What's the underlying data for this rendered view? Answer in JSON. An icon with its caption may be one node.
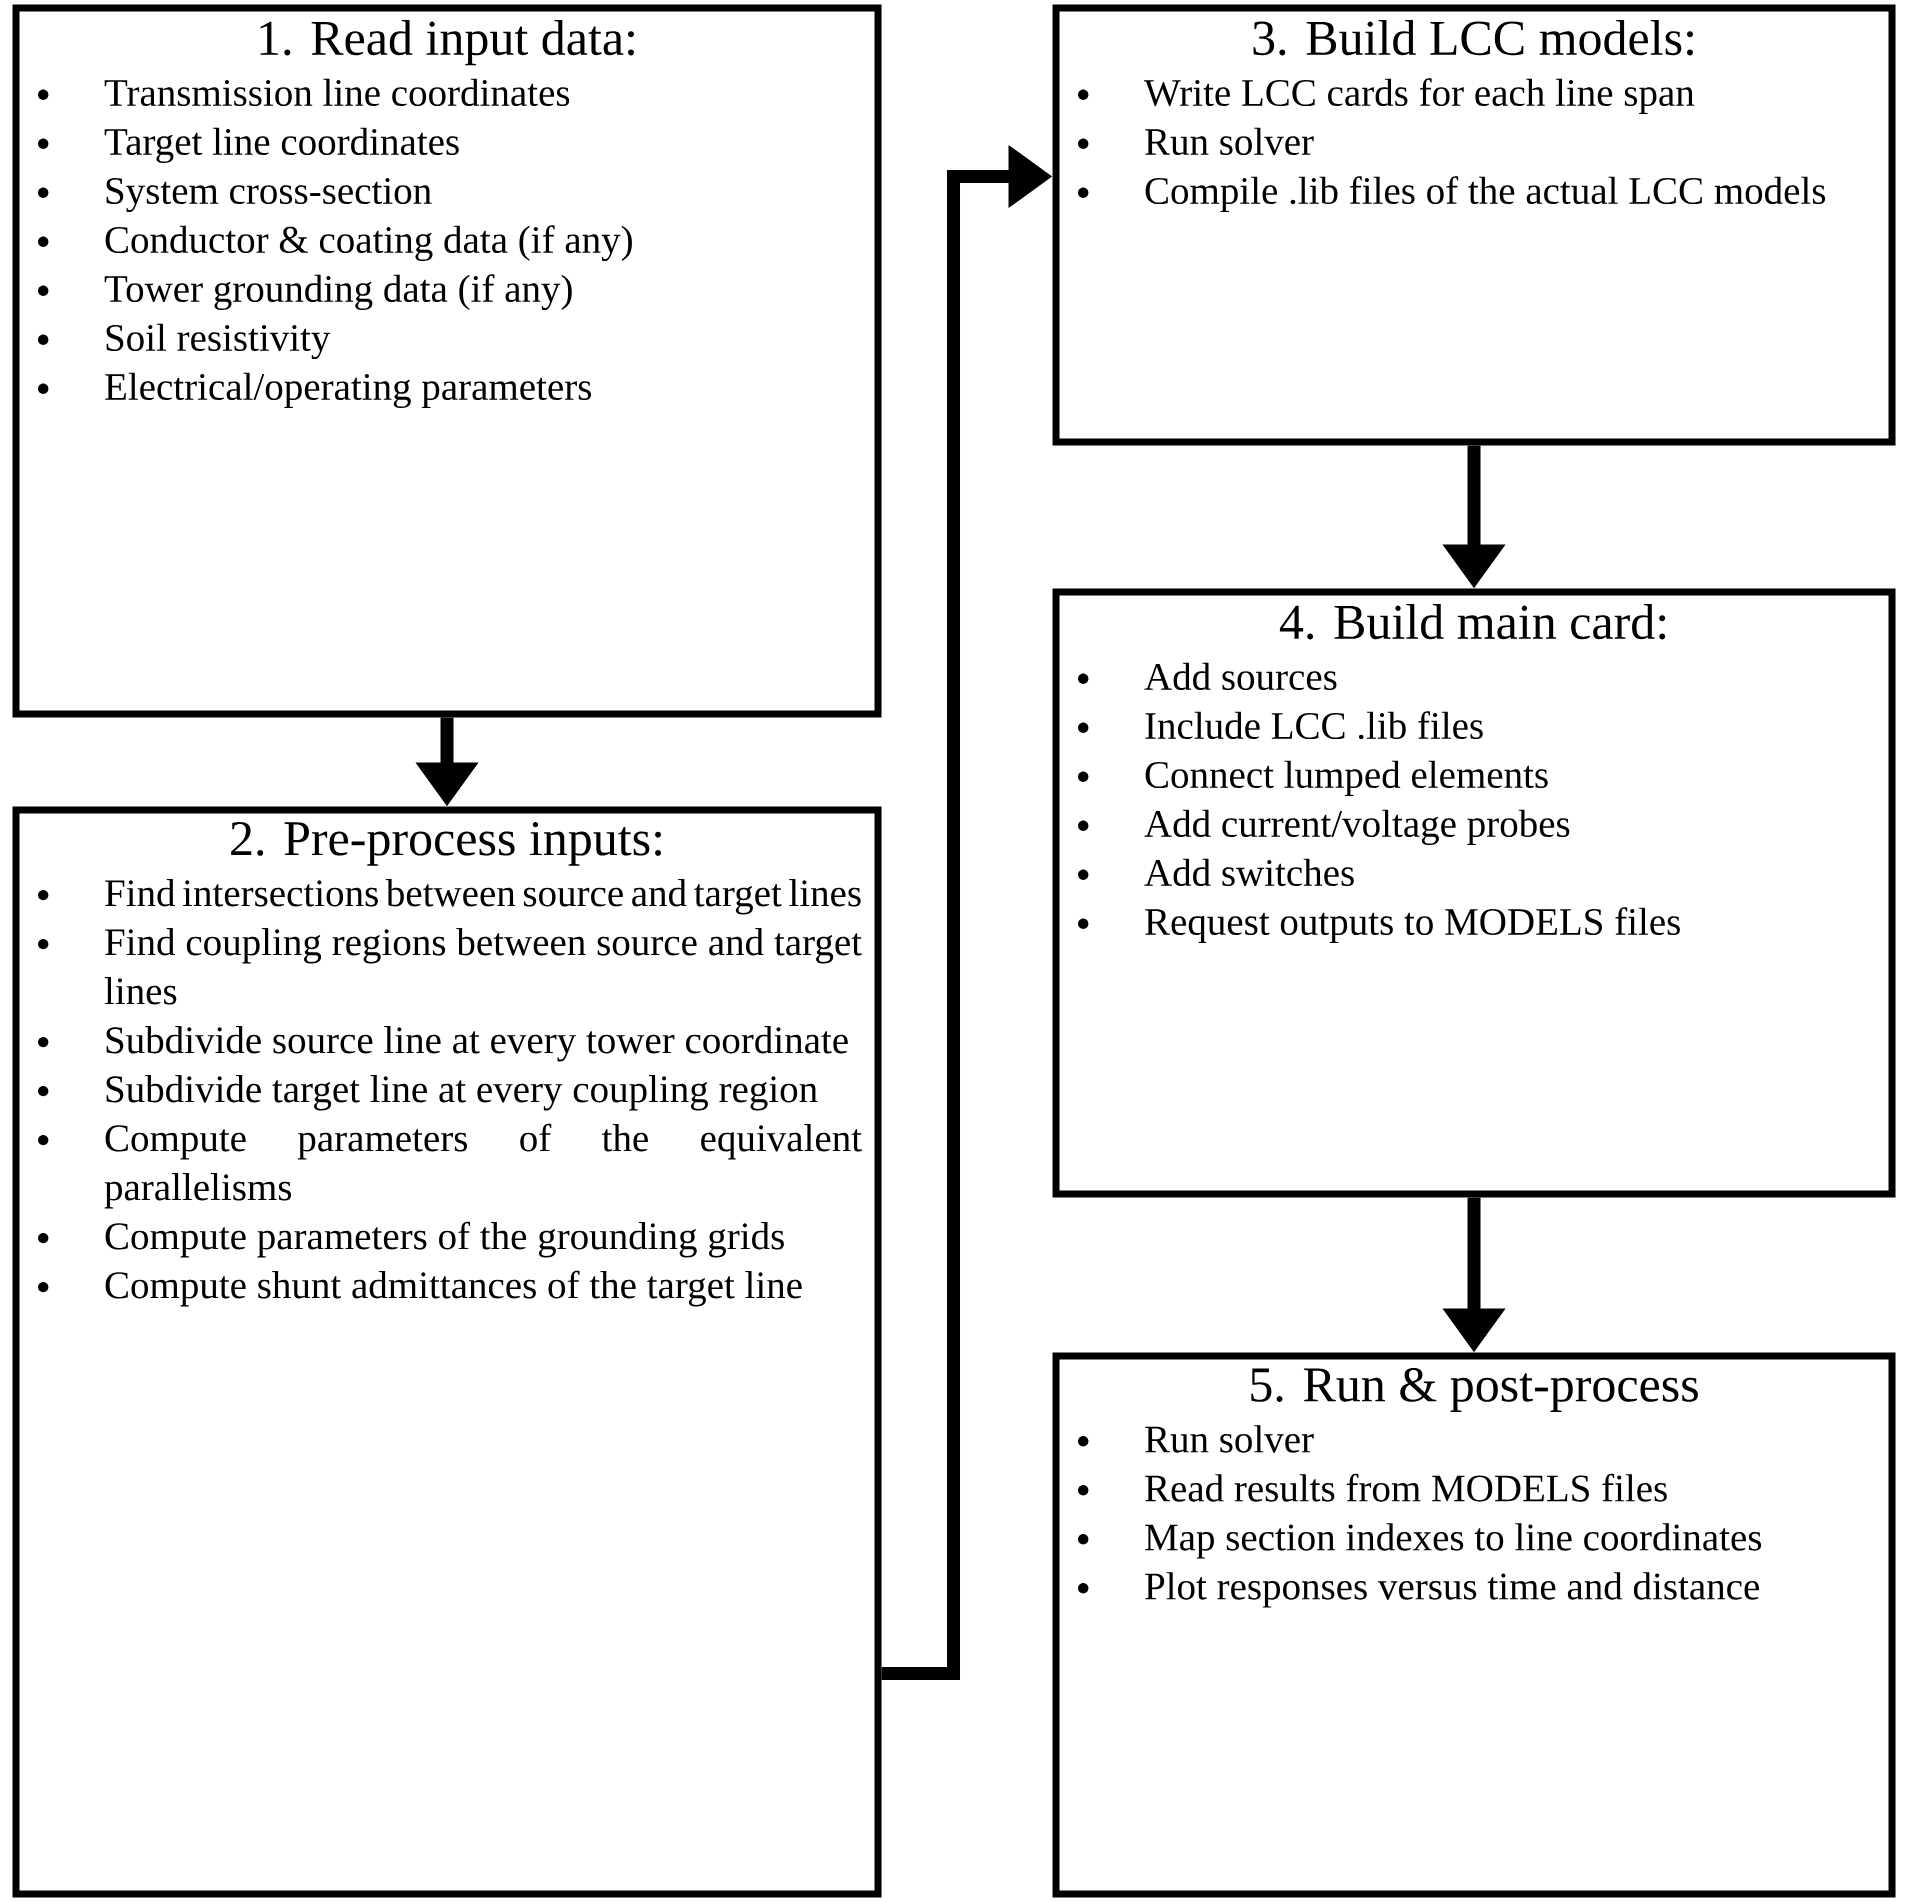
{
  "diagram": {
    "nodes": [
      {
        "text": [
          "1. Read input data:",
          "Transmission line coordinates",
          "Target line coordinates",
          "System cross-section",
          "Conductor & coating data (if any)",
          "Tower grounding data (if any)",
          "Soil resistivity",
          "Electrical/operating parameters"
        ]
      },
      {
        "text": [
          "2. Pre-process inputs:",
          "Find intersections between source and target lines",
          "Find coupling regions between source and target lines",
          "Subdivide source line at every tower coordinate",
          "Subdivide target line at every coupling region",
          "Compute parameters of the equivalent parallelisms",
          "Compute parameters of the grounding grids",
          "Compute shunt admittances of the target line"
        ]
      },
      {
        "text": [
          "3. Build LCC models:",
          "Write LCC cards for each line span",
          "Run solver",
          "Compile .lib files of the actual LCC models"
        ]
      },
      {
        "text": [
          "4. Build main card:",
          "Add sources",
          "Include LCC .lib files",
          "Connect lumped elements",
          "Add current/voltage probes",
          "Add switches",
          "Request outputs to MODELS files"
        ]
      },
      {
        "text": [
          "5. Run & post-process",
          "Run solver",
          "Read results from MODELS files",
          "Map section indexes to line coordinates",
          "Plot responses versus time and distance"
        ]
      }
    ],
    "edges": [
      {
        "from": 0,
        "to": 1,
        "arrow": "to"
      },
      {
        "from": 1,
        "to": 2,
        "arrow": "to"
      },
      {
        "from": 2,
        "to": 3,
        "arrow": "to"
      },
      {
        "from": 3,
        "to": 4,
        "arrow": "to"
      }
    ]
  }
}
